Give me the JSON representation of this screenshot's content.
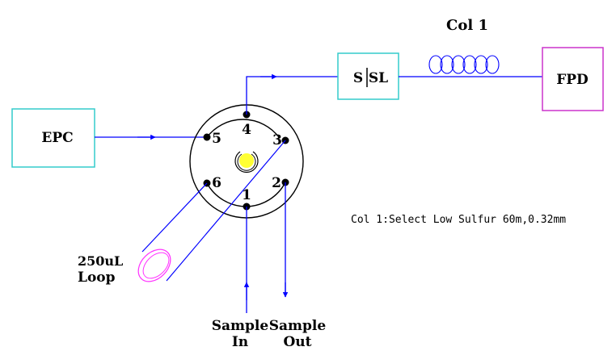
{
  "title": "Col 1",
  "column_spec": "Col 1:Select Low Sulfur 60m,0.32mm",
  "components": {
    "epc": "EPC",
    "inlet_left": "S",
    "inlet_right": "SL",
    "detector": "FPD"
  },
  "valve_ports": [
    "1",
    "2",
    "3",
    "4",
    "5",
    "6"
  ],
  "loop": {
    "volume": "250uL",
    "name": "Loop"
  },
  "sample_in": {
    "line1": "Sample",
    "line2": "In"
  },
  "sample_out": {
    "line1": "Sample",
    "line2": "Out"
  },
  "colors": {
    "flow_line": "#0000ff",
    "box_cyan": "#33cccc",
    "box_magenta": "#cc33cc",
    "loop_magenta": "#ff33ff",
    "rotor_center": "#ffff33"
  }
}
